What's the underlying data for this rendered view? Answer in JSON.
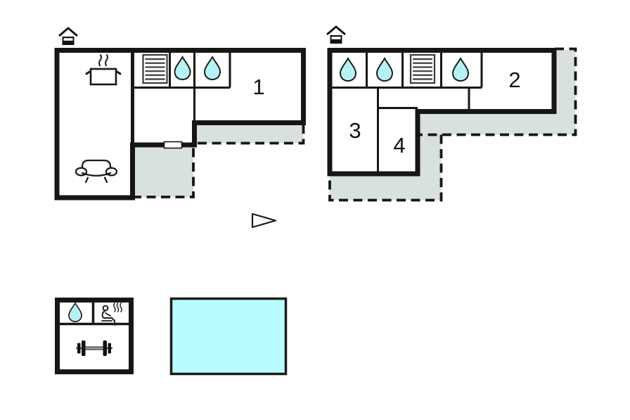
{
  "colors": {
    "wall": "#161616",
    "terrace": "#d9e0e0",
    "water": "#b5f2f5",
    "pool": "#bafcff",
    "room_fill": "#ffffff"
  },
  "labels": {
    "room1": "1",
    "room2": "2",
    "room3": "3",
    "room4": "4"
  },
  "icons": {
    "entrance": "house-entrance",
    "stairs": "staircase",
    "water": "water-drop",
    "kitchen": "cooking-pot",
    "lounge": "sofa",
    "sauna": "sauna-person",
    "gym": "dumbbell",
    "pool": "swimming-pool",
    "direction": "direction-triangle"
  }
}
